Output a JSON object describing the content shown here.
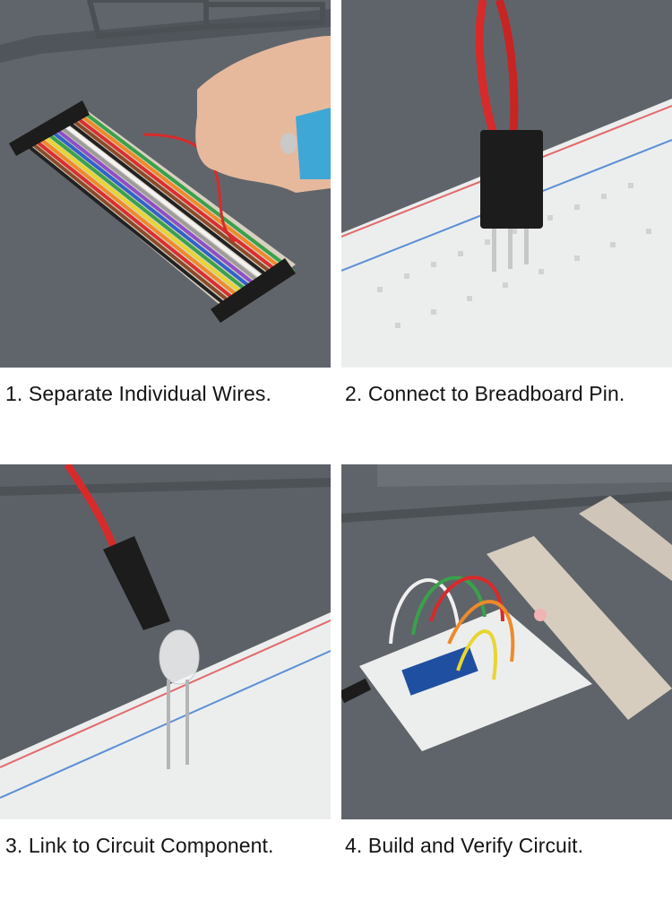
{
  "steps": [
    {
      "caption": "1. Separate Individual Wires.",
      "photo_icon": "jumper-wire-ribbon-photo"
    },
    {
      "caption": "2. Connect to Breadboard Pin.",
      "photo_icon": "breadboard-pin-photo"
    },
    {
      "caption": "3. Link to Circuit Component.",
      "photo_icon": "led-component-photo"
    },
    {
      "caption": "4. Build and Verify Circuit.",
      "photo_icon": "assembled-circuit-photo"
    }
  ],
  "colors": {
    "mat": "#5e6369",
    "breadboard": "#eceeee",
    "wire_red": "#d82a2a",
    "connector": "#1c1c1c"
  }
}
